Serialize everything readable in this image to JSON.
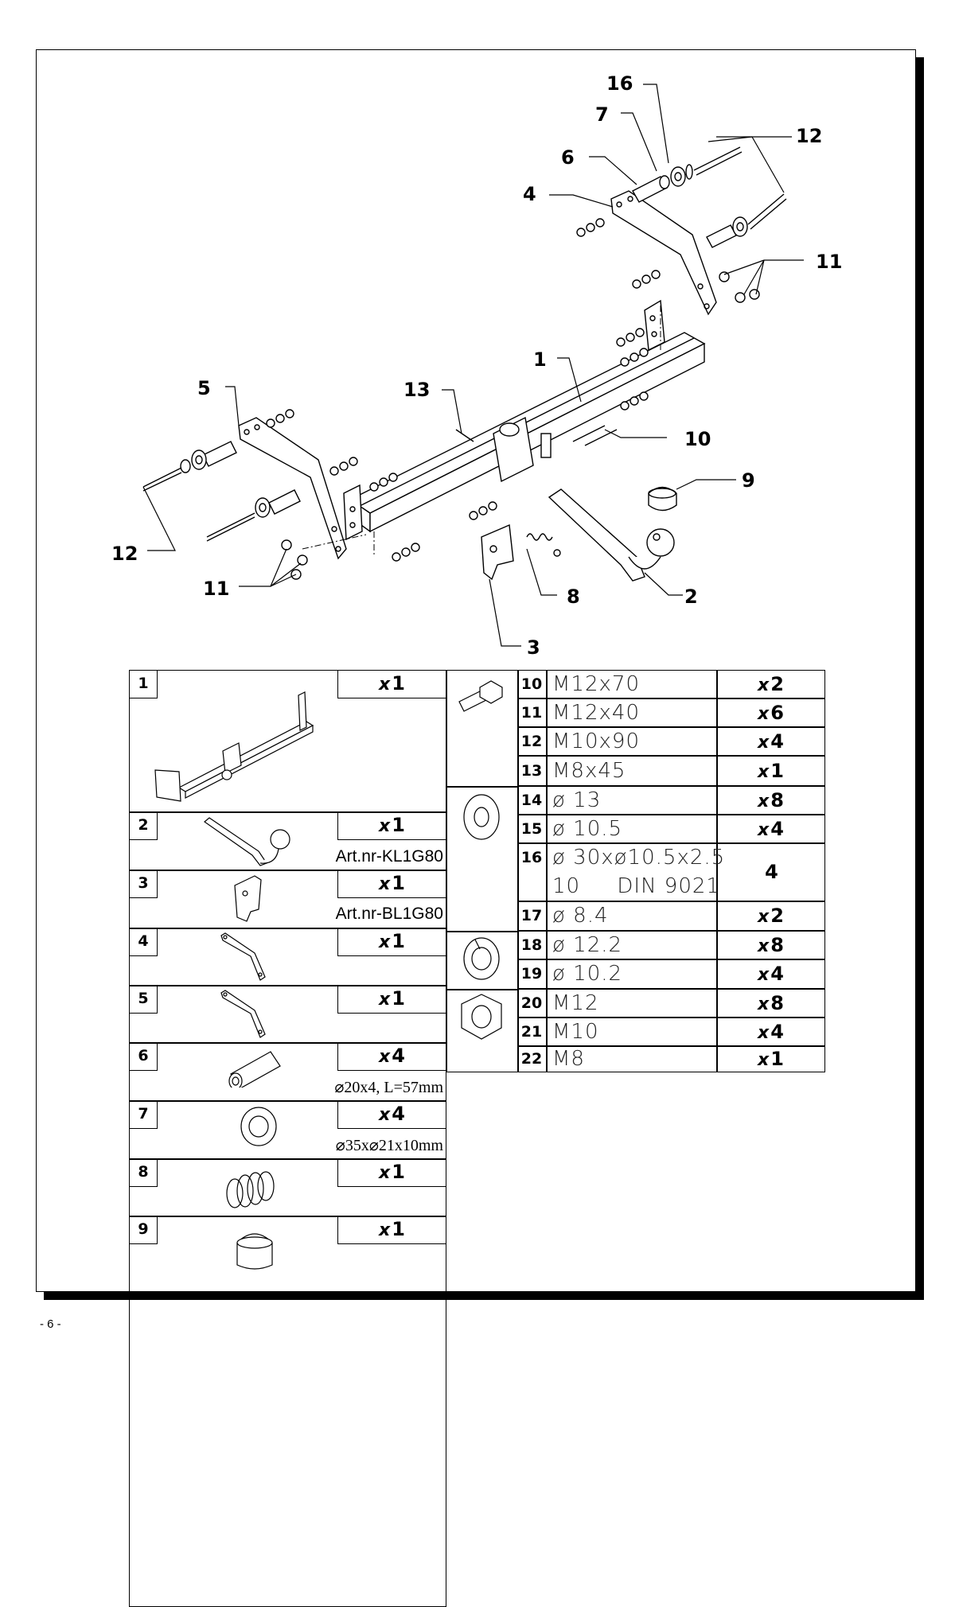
{
  "page_number": "- 6 -",
  "callouts": [
    "16",
    "7",
    "6",
    "4",
    "12",
    "11",
    "1",
    "13",
    "5",
    "10",
    "9",
    "12",
    "11",
    "8",
    "2",
    "3"
  ],
  "parts_left": [
    {
      "no": "1",
      "qty": "x",
      "count": "1",
      "note": ""
    },
    {
      "no": "2",
      "qty": "x",
      "count": "1",
      "note": "Art.nr-KL1G80"
    },
    {
      "no": "3",
      "qty": "x",
      "count": "1",
      "note": "Art.nr-BL1G80"
    },
    {
      "no": "4",
      "qty": "x",
      "count": "1",
      "note": ""
    },
    {
      "no": "5",
      "qty": "x",
      "count": "1",
      "note": ""
    },
    {
      "no": "6",
      "qty": "x",
      "count": "4",
      "note": "⌀20x4, L=57mm"
    },
    {
      "no": "7",
      "qty": "x",
      "count": "4",
      "note": "⌀35x⌀21x10mm"
    },
    {
      "no": "8",
      "qty": "x",
      "count": "1",
      "note": ""
    },
    {
      "no": "9",
      "qty": "x",
      "count": "1",
      "note": ""
    }
  ],
  "parts_right": [
    {
      "no": "10",
      "spec": "M12x70",
      "qty": "x",
      "count": "2"
    },
    {
      "no": "11",
      "spec": "M12x40",
      "qty": "x",
      "count": "6"
    },
    {
      "no": "12",
      "spec": "M10x90",
      "qty": "x",
      "count": "4"
    },
    {
      "no": "13",
      "spec": "M8x45",
      "qty": "x",
      "count": "1"
    },
    {
      "no": "14",
      "spec": "ø 13",
      "qty": "x",
      "count": "8"
    },
    {
      "no": "15",
      "spec": "ø 10.5",
      "qty": "x",
      "count": "4"
    },
    {
      "no": "16",
      "spec": "ø 30xø10.5x2.5",
      "spec2": "10     DIN 9021",
      "qty": "",
      "count": "4"
    },
    {
      "no": "17",
      "spec": "ø 8.4",
      "qty": "x",
      "count": "2"
    },
    {
      "no": "18",
      "spec": "ø 12.2",
      "qty": "x",
      "count": "8"
    },
    {
      "no": "19",
      "spec": "ø 10.2",
      "qty": "x",
      "count": "4"
    },
    {
      "no": "20",
      "spec": "M12",
      "qty": "x",
      "count": "8"
    },
    {
      "no": "21",
      "spec": "M10",
      "qty": "x",
      "count": "4"
    },
    {
      "no": "22",
      "spec": "M8",
      "qty": "x",
      "count": "1"
    }
  ]
}
